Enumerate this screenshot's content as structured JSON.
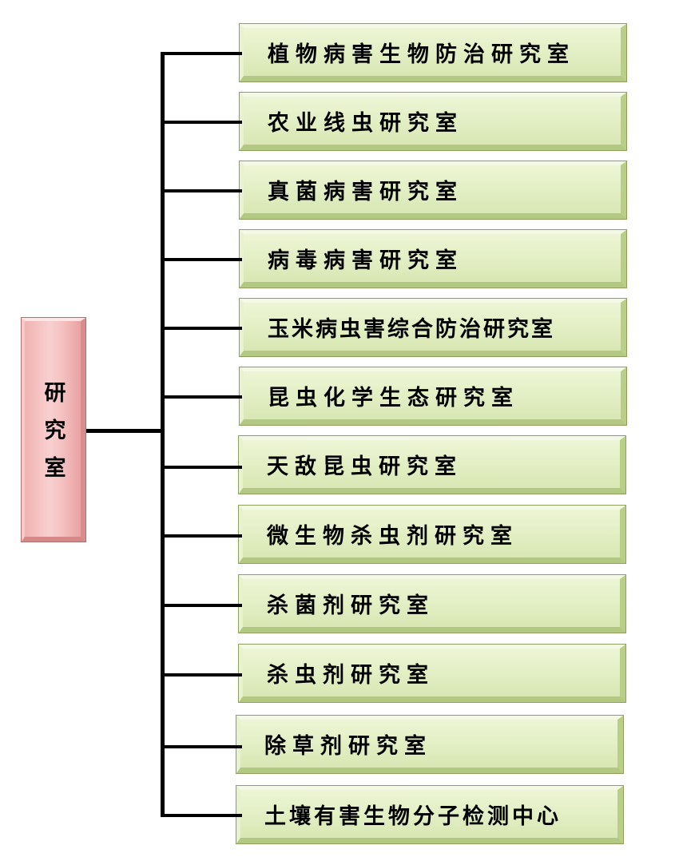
{
  "root": {
    "label": "研究室"
  },
  "children": [
    "植物病害生物防治研究室",
    "农业线虫研究室",
    "真菌病害研究室",
    "病毒病害研究室",
    "玉米病虫害综合防治研究室",
    "昆虫化学生态研究室",
    "天敌昆虫研究室",
    "微生物杀虫剂研究室",
    "杀菌剂研究室",
    "杀虫剂研究室",
    "除草剂研究室",
    "土壤有害生物分子检测中心"
  ],
  "colors": {
    "root_fill": "#f4bebe",
    "child_fill": "#e3efc4",
    "connector": "#000000"
  }
}
